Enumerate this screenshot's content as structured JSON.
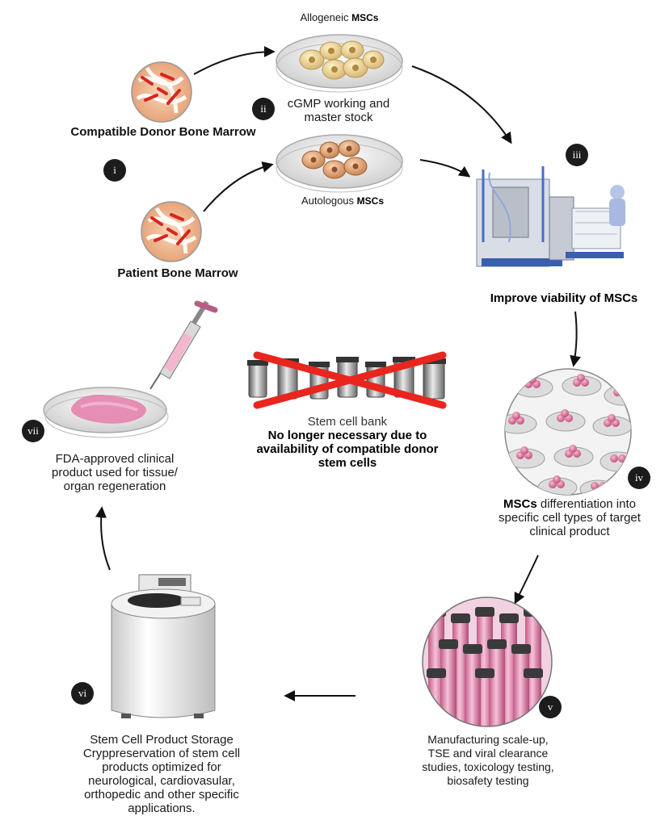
{
  "steps": {
    "i": {
      "badge": "i"
    },
    "ii": {
      "badge": "ii",
      "caption_line1": "cGMP working and",
      "caption_line2": "master stock"
    },
    "iii": {
      "badge": "iii",
      "caption": "Improve viability of MSCs"
    },
    "iv": {
      "badge": "iv",
      "caption_bold": "MSCs",
      "caption_rest": " differentiation into",
      "caption_line2": "specific cell types of target",
      "caption_line3": "clinical product"
    },
    "v": {
      "badge": "v",
      "line1": "Manufacturing scale-up,",
      "line2": "TSE and viral clearance",
      "line3": "studies, toxicology testing,",
      "line4": "biosafety testing"
    },
    "vi": {
      "badge": "vi",
      "line1": "Stem Cell Product Storage",
      "line2": "Cryppreservation of stem cell",
      "line3": "products optimized for",
      "line4": "neurological, cardiovasular,",
      "line5": "orthopedic and other specific",
      "line6": "applications."
    },
    "vii": {
      "badge": "vii",
      "line1": "FDA-approved clinical",
      "line2": "product used for tissue/",
      "line3": "organ regeneration"
    }
  },
  "sources": {
    "donor": "Compatible Donor Bone Marrow",
    "patient": "Patient Bone Marrow",
    "allogeneic_prefix": "Allogeneic ",
    "allogeneic_suffix": "MSCs",
    "autologous_prefix": "Autologous ",
    "autologous_suffix": "MSCs"
  },
  "bank": {
    "title": "Stem cell bank",
    "line1": "No longer necessary due to",
    "line2": "availability of compatible donor",
    "line3": "stem cells"
  },
  "colors": {
    "cross": "#e8261e",
    "badge": "#1c1c1c",
    "marrow": "#d8582e",
    "cell_pink": "#d9678f",
    "vial_pink": "#e6a0bf",
    "arrow": "#111111"
  }
}
